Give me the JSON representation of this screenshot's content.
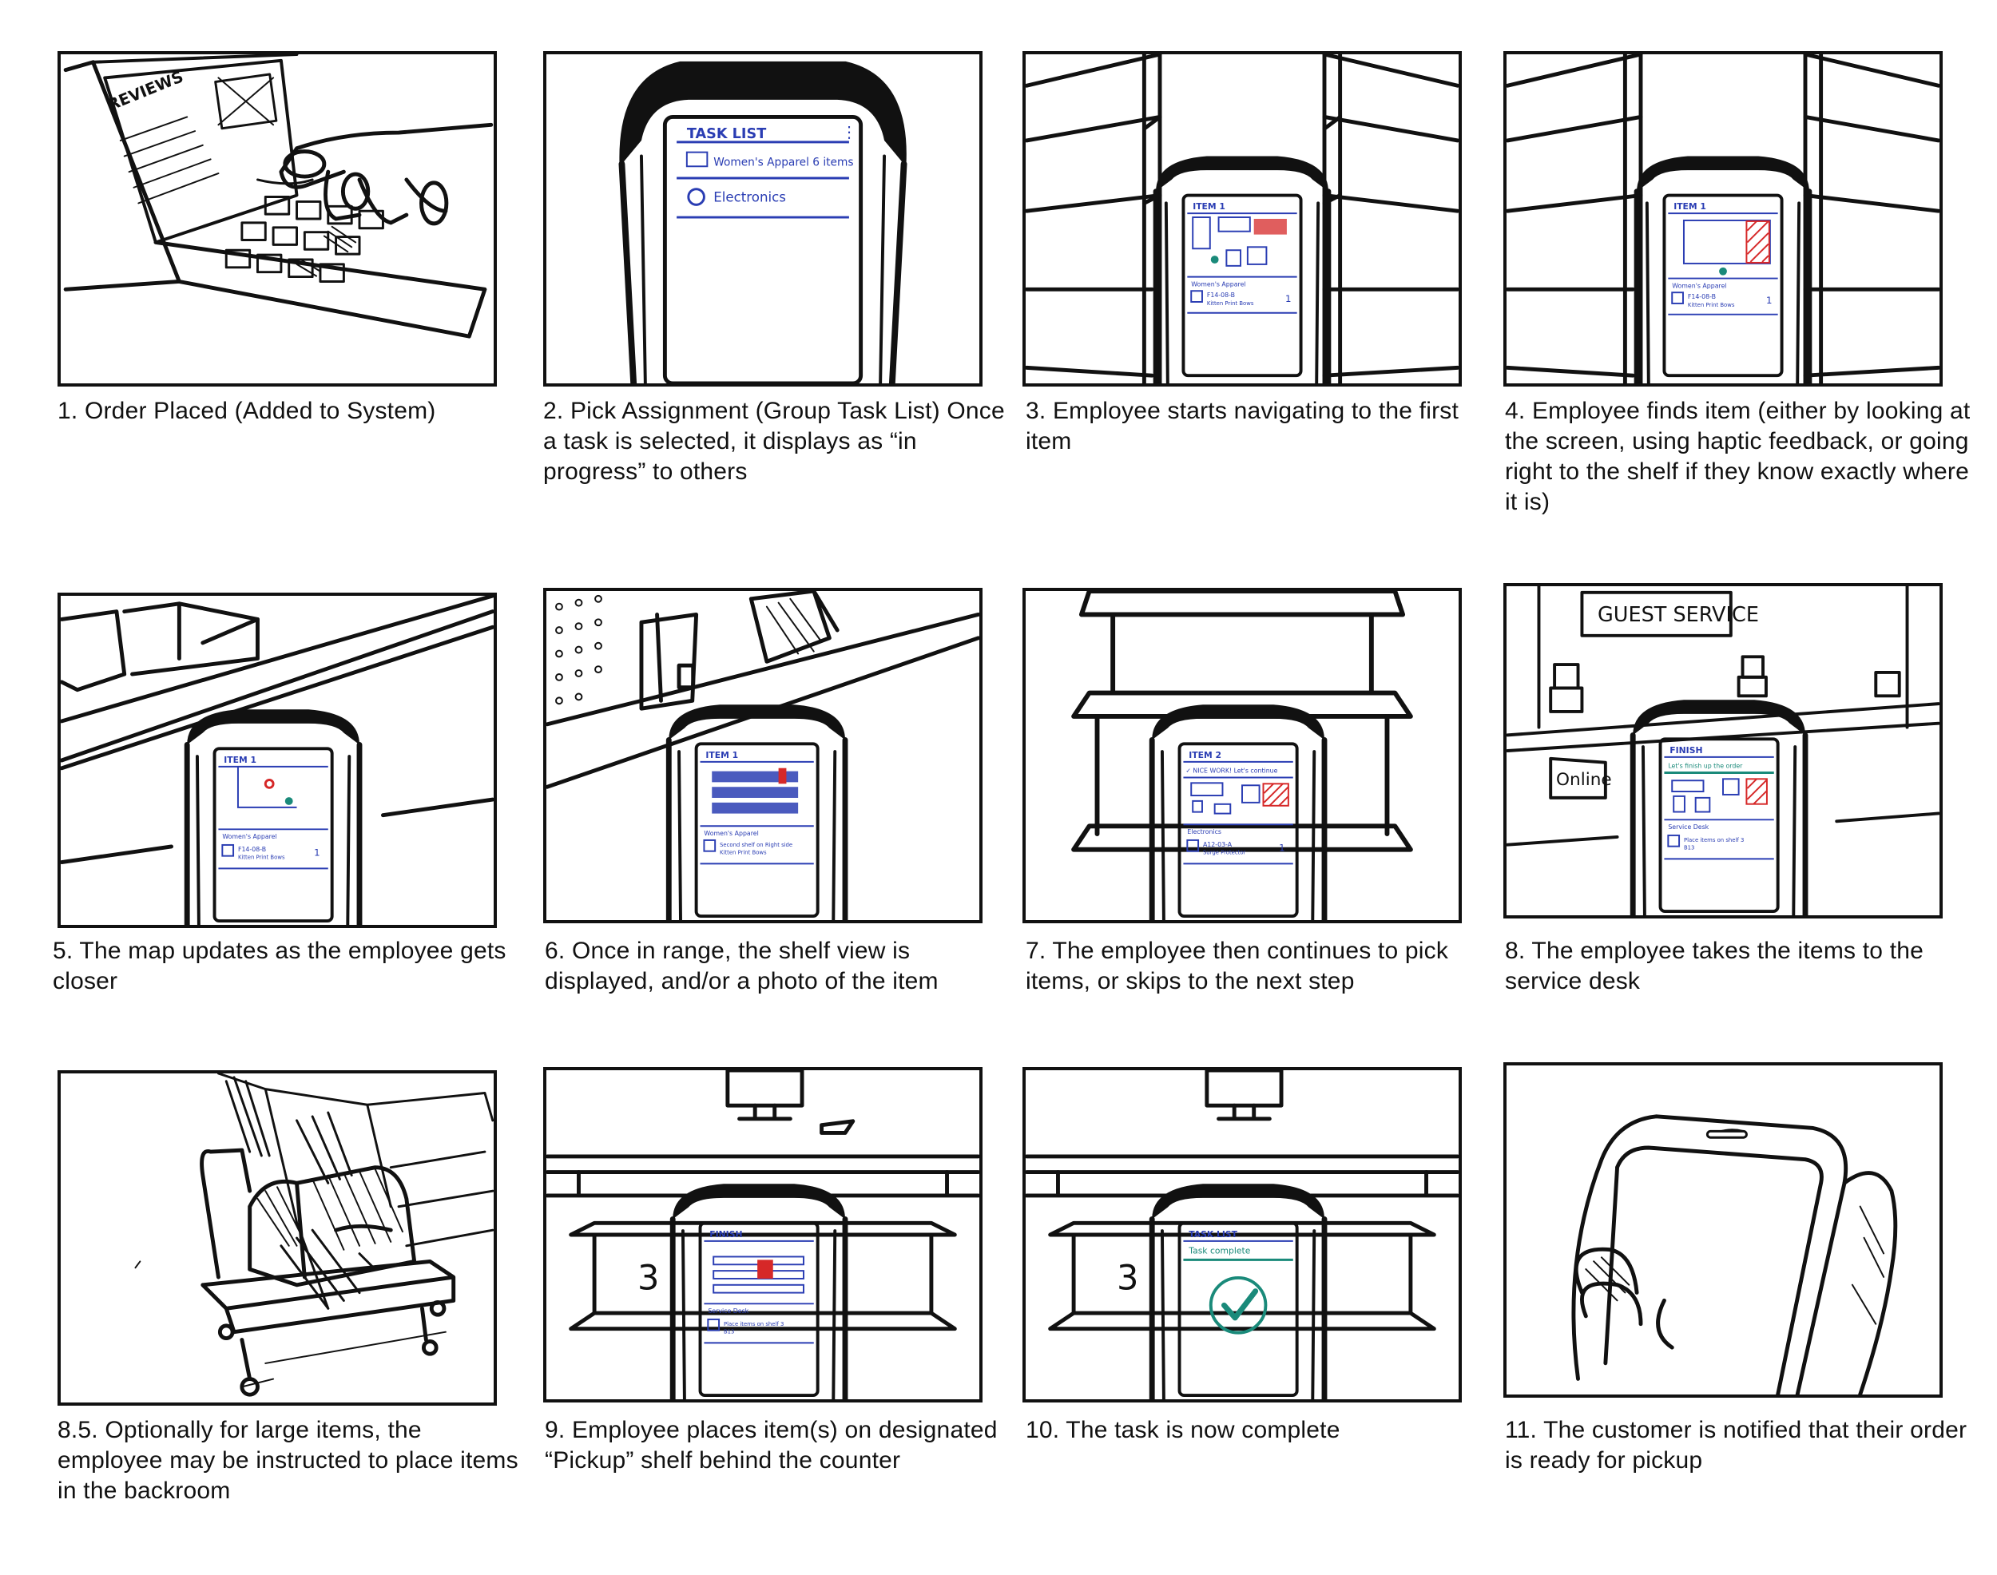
{
  "colors": {
    "ink": "#111111",
    "screen_blue": "#2a3db3",
    "highlight_red": "#d62828",
    "complete_green": "#1a8a7a"
  },
  "screens": {
    "task_list_title": "TASK LIST",
    "task_womens": "Women's Apparel 6 items",
    "task_electronics": "Electronics",
    "item_title": "ITEM 1",
    "item2_title": "ITEM 2",
    "dept_womens": "Women's Apparel",
    "dept_electronics": "Electronics",
    "item_code": "F14-08-B",
    "item_name": "Kitten Print Bows",
    "item2_code": "A12-03-A",
    "item2_name": "Surge Protector",
    "qty": "1",
    "nice_work": "✓ NICE WORK! Let's continue",
    "finish_title": "FINISH",
    "finish_sub": "Let's finish up the order",
    "service_desk": "Service Desk",
    "place_shelf": "Place items on shelf 3",
    "shelf_code": "B13",
    "task_complete": "Task complete",
    "shelf_place": "Second shelf on Right side",
    "laptop_reviews": "REVIEWS",
    "guest_service": "GUEST SERVICE",
    "online_sign": "Online",
    "shelf_number": "3"
  },
  "captions": [
    "1. Order Placed (Added to System)",
    "2. Pick Assignment (Group Task List) Once a task is selected, it displays as “in progress” to others",
    "3. Employee starts navigating to the first item",
    "4. Employee finds item (either by looking at the screen, using haptic feedback, or going right to the shelf if they know exactly where it is)",
    "5. The map updates as the employee gets closer",
    "6. Once in range, the shelf view is displayed, and/or a photo of the item",
    "7. The employee then continues to pick items, or skips to the next step",
    "8. The employee takes the items to the service desk",
    "8.5. Optionally for large items, the employee may be instructed to place items in the backroom",
    "9. Employee places item(s) on designated “Pickup” shelf behind the counter",
    "10. The task is now complete",
    "11. The customer is notified that their order is ready for pickup"
  ]
}
